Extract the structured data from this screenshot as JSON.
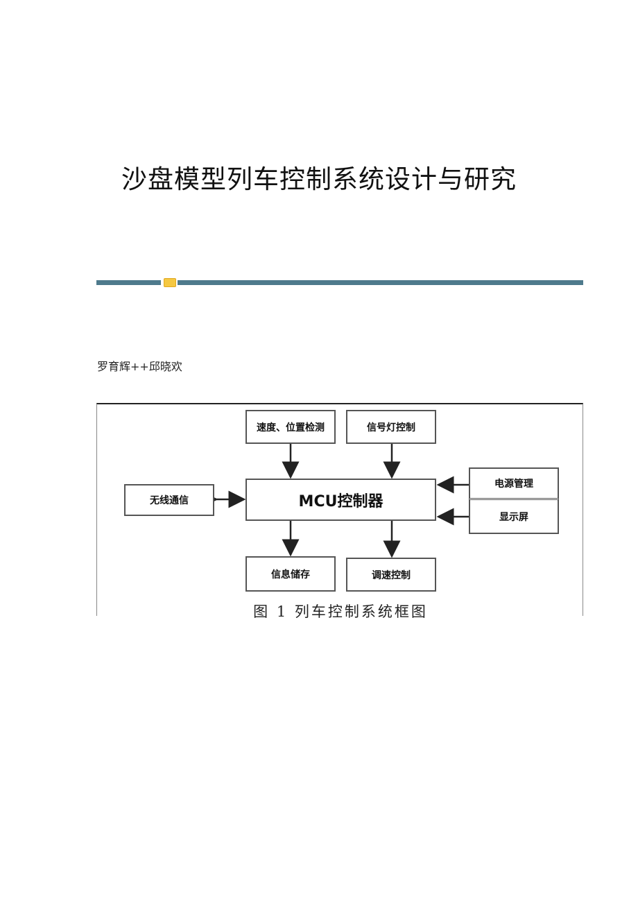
{
  "title": "沙盘模型列车控制系统设计与研究",
  "authors": "罗育辉++邱晓欢",
  "figure": {
    "boxes": {
      "speed_position": "速度、位置检测",
      "signal_light": "信号灯控制",
      "mcu": "MCU控制器",
      "wireless": "无线通信",
      "power": "电源管理",
      "display": "显示屏",
      "storage": "信息储存",
      "speed_control": "调速控制"
    },
    "caption": "图 1  列车控制系统框图"
  },
  "colors": {
    "divider": "#4e7a8c",
    "divider_icon": "#f5c842"
  }
}
